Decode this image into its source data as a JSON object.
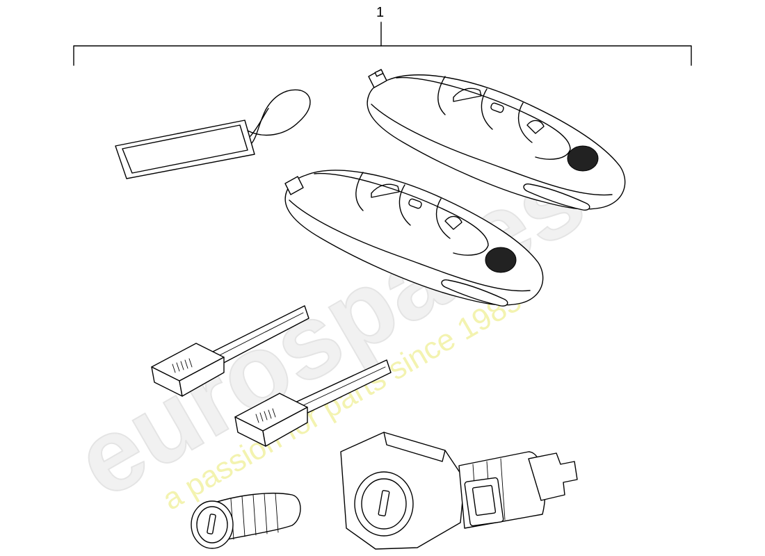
{
  "diagram": {
    "part_number": "1",
    "watermark": {
      "brand": "eurospares",
      "tagline": "a passion for parts since 1985"
    },
    "colors": {
      "line": "#000000",
      "watermark_grey": "#e4e4e4",
      "watermark_yellow": "#f3f3b0"
    }
  }
}
